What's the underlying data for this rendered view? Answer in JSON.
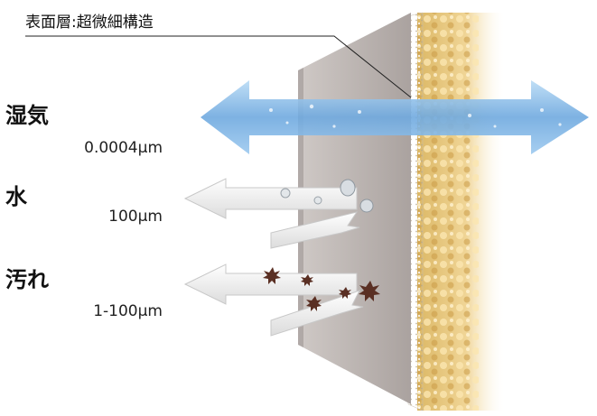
{
  "header": {
    "label": "表面層:超微細構造"
  },
  "items": [
    {
      "name": "湿気",
      "size": "0.0004μm"
    },
    {
      "name": "水",
      "size": "100μm"
    },
    {
      "name": "汚れ",
      "size": "1-100μm"
    }
  ],
  "colors": {
    "moisture_arrow": "#7fb7e6",
    "arrow_white": "#f4f4f4",
    "membrane": "#bdb6b3",
    "foam": "#e6c57e",
    "dirt": "#5a2f23"
  }
}
